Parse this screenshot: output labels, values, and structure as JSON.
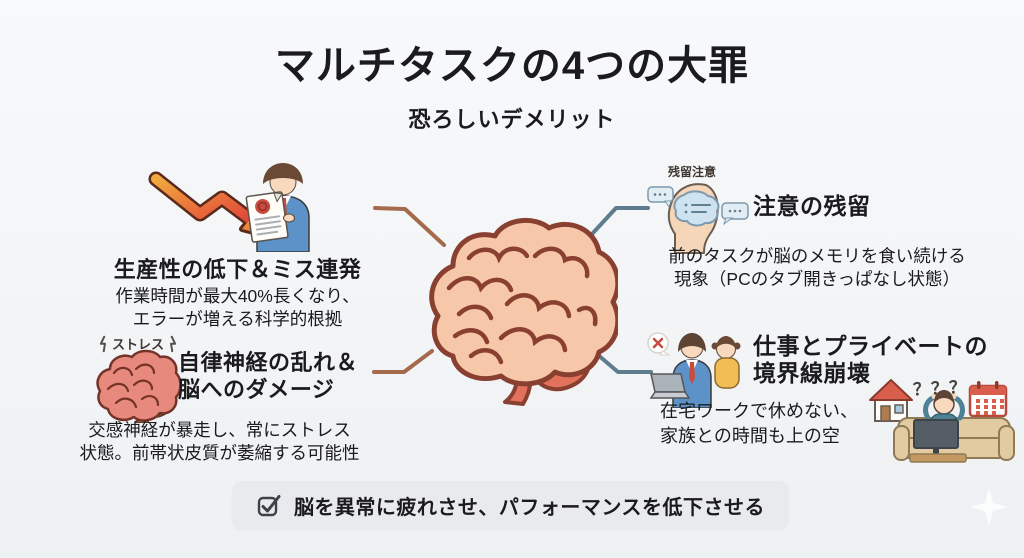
{
  "title": "マルチタスクの4つの大罪",
  "subtitle": "恐ろしいデメリット",
  "sections": {
    "productivity": {
      "heading": "生産性の低下＆ミス連発",
      "body1": "作業時間が最大40%長くなり、",
      "body2": "エラーが増える科学的根拠"
    },
    "attention": {
      "tag": "残留注意",
      "heading": "注意の残留",
      "body1": "前のタスクが脳のメモリを食い続ける",
      "body2": "現象（PCのタブ開きっぱなし状態）"
    },
    "autonomic": {
      "tag": "ストレス",
      "heading1": "自律神経の乱れ＆",
      "heading2": "脳へのダメージ",
      "body1": "交感神経が暴走し、常にストレス",
      "body2": "状態。前帯状皮質が萎縮する可能性"
    },
    "boundary": {
      "heading1": "仕事とプライベートの",
      "heading2": "境界線崩壊",
      "body1": "在宅ワークで休めない、",
      "body2": "家族との時間も上の空",
      "question_marks": "？？？"
    }
  },
  "footer": {
    "label": "脳を異常に疲れさせ、パフォーマンスを低下させる"
  },
  "icons": {
    "center": "brain-illustration",
    "productivity": [
      "downtrend-arrow-icon",
      "worker-document-icon"
    ],
    "attention": [
      "head-thoughts-icon",
      "speech-bubble-icon"
    ],
    "autonomic": [
      "stressed-brain-icon",
      "lightning-bolt-icon"
    ],
    "boundary": [
      "worker-child-laptop-icon",
      "no-bubble-icon",
      "house-icon",
      "calendar-icon",
      "couch-worker-icon"
    ],
    "footer": "checkbox-checked-icon"
  },
  "colors": {
    "background": "#f4f6f7",
    "text": "#1b1b1d",
    "left_connector": "#a5694b",
    "right_connector": "#5d7d8e",
    "brain_fill": "#f7c7a9",
    "brain_outline": "#8a4031",
    "brain_stem": "#e2725b",
    "banner_background": "#e8eaed",
    "arrow_gradient_start": "#f2a93e",
    "arrow_gradient_end": "#e2453a"
  }
}
